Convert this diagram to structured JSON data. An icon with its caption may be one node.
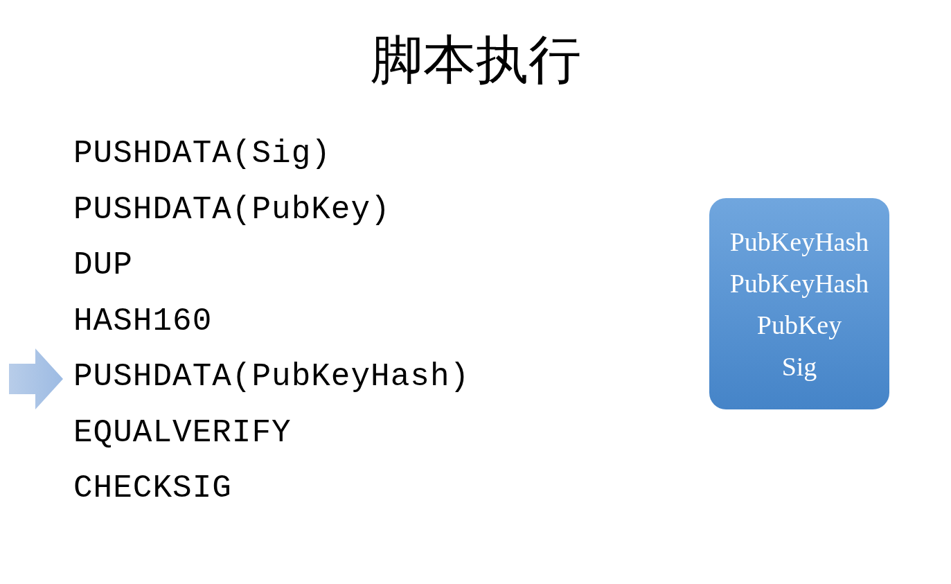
{
  "diagram": {
    "title": "脚本执行",
    "nodes": [
      {
        "text": [
          "PubKeyHash",
          "PubKeyHash",
          "PubKey",
          "Sig"
        ]
      }
    ],
    "labels": [
      "PUSHDATA(Sig)",
      "PUSHDATA(PubKey)",
      "DUP",
      "HASH160",
      "PUSHDATA(PubKeyHash)",
      "EQUALVERIFY",
      "CHECKSIG"
    ]
  }
}
